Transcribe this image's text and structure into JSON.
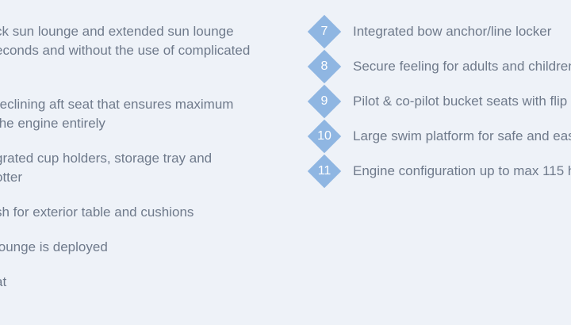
{
  "left_column": [
    "ck sun lounge and extended sun lounge",
    "econds and without the use of complicated",
    "reclining aft seat that ensures maximum",
    " the engine entirely",
    "grated cup holders, storage tray and",
    "otter",
    "sh for exterior table and cushions",
    " lounge is deployed",
    "at"
  ],
  "right_column": [
    {
      "number": "7",
      "text": "Integrated bow anchor/line locker"
    },
    {
      "number": "8",
      "text": "Secure feeling for adults and children"
    },
    {
      "number": "9",
      "text": "Pilot & co-pilot bucket seats with flip"
    },
    {
      "number": "10",
      "text": "Large swim platform for safe and eas"
    },
    {
      "number": "11",
      "text": "Engine configuration up to max 115 h"
    }
  ],
  "colors": {
    "background": "#eef2f8",
    "text": "#6f7a8b",
    "badge": "#8fb6e2",
    "badge_text": "#ffffff"
  }
}
